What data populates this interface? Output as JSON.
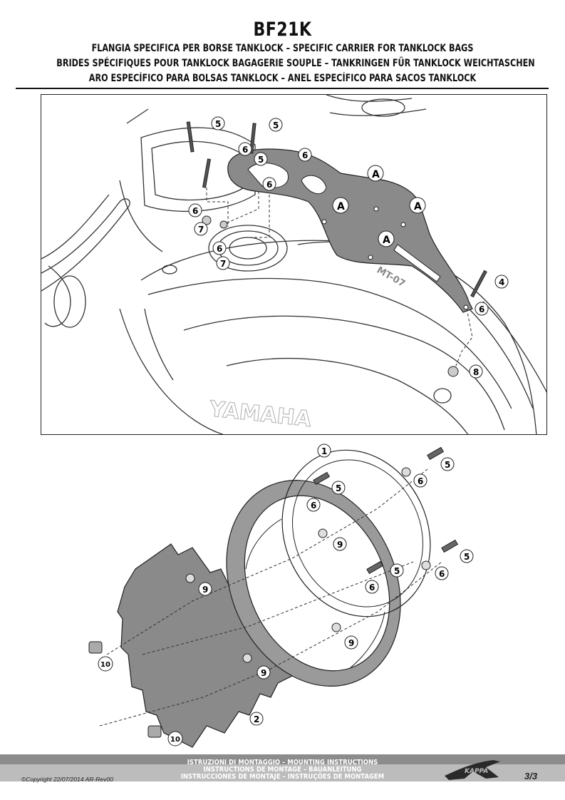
{
  "header": {
    "title": "BF21K",
    "lines": [
      "FLANGIA SPECIFICA PER BORSE TANKLOCK – SPECIFIC CARRIER FOR TANKLOCK BAGS",
      "BRIDES SPÉCIFIQUES POUR TANKLOCK BAGAGERIE SOUPLE – TANKRINGEN FÜR TANKLOCK WEICHTASCHEN",
      "ARO ESPECÍFICO PARA BOLSAS TANKLOCK – ANEL ESPECÍFICO PARA SACOS TANKLOCK"
    ]
  },
  "top_diagram": {
    "tank_brand": "YAMAHA",
    "tank_model": "MT-07",
    "callouts": {
      "n4": "4",
      "n5": "5",
      "n6": "6",
      "n7": "7",
      "n8": "8",
      "a": "A"
    }
  },
  "bottom_diagram": {
    "callouts": {
      "n1": "1",
      "n2": "2",
      "n5": "5",
      "n6": "6",
      "n9": "9",
      "n10": "10"
    }
  },
  "footer": {
    "copyright": "©Copyright 22/07/2014 AR-Rev00",
    "line1": "ISTRUZIONI DI MONTAGGIO  –  MOUNTING INSTRUCTIONS",
    "line2": "INSTRUCTIONS DE MONTAGE – BAUANLEITUNG",
    "line3": "INSTRUCCIONES DE MONTAJE – INSTRUÇÕES DE MONTAGEM",
    "page": "3/3",
    "logo_text": "KAPPA"
  },
  "colors": {
    "part_fill": "#8a8a8a",
    "footer_bg": "#bcbcbc",
    "footer_band": "#8c8c8c",
    "line": "#222222"
  }
}
